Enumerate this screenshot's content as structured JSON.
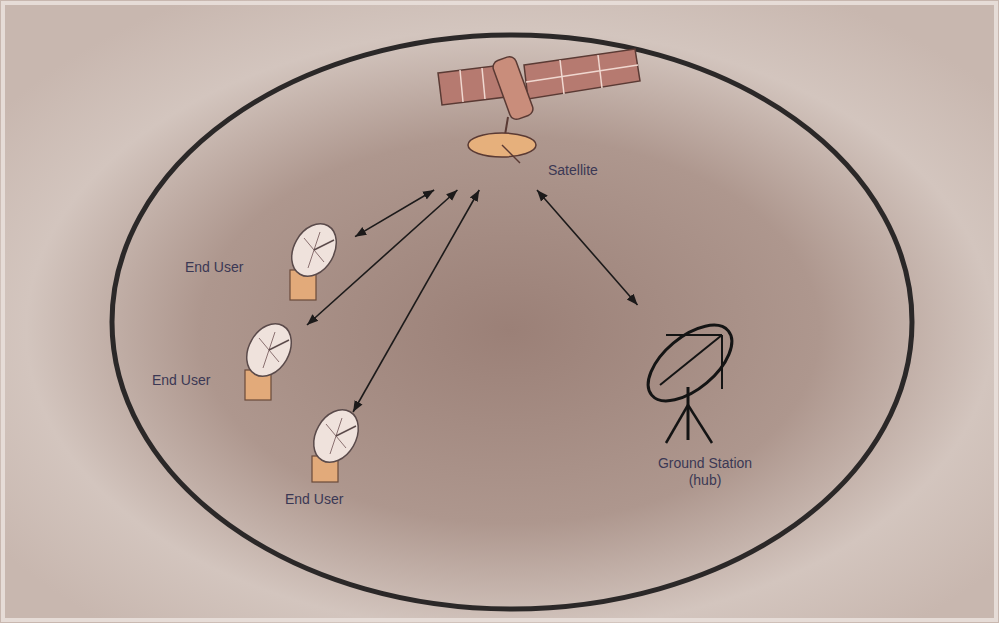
{
  "diagram": {
    "nodes": [
      {
        "text": [
          "Satellite"
        ]
      },
      {
        "text": [
          "End User"
        ]
      },
      {
        "text": [
          "End User"
        ]
      },
      {
        "text": [
          "End User"
        ]
      },
      {
        "text": [
          "Ground Station (hub)"
        ]
      }
    ],
    "edges": [
      {
        "from": 0,
        "to": 1,
        "arrow": "both"
      },
      {
        "from": 0,
        "to": 2,
        "arrow": "both"
      },
      {
        "from": 0,
        "to": 3,
        "arrow": "both"
      },
      {
        "from": 0,
        "to": 4,
        "arrow": "both"
      }
    ]
  }
}
